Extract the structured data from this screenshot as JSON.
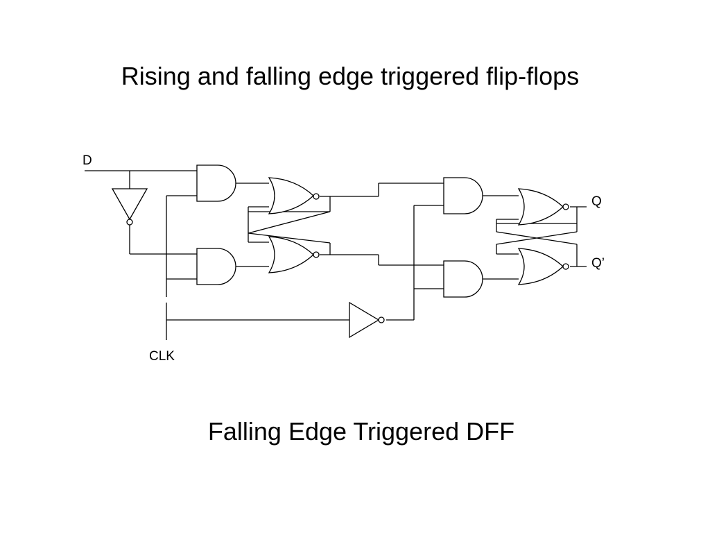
{
  "slide": {
    "title": "Rising and falling edge triggered flip-flops",
    "caption": "Falling Edge Triggered DFF"
  },
  "circuit": {
    "labels": {
      "d": "D",
      "clk": "CLK",
      "q": "Q",
      "q_bar": "Q’"
    }
  }
}
